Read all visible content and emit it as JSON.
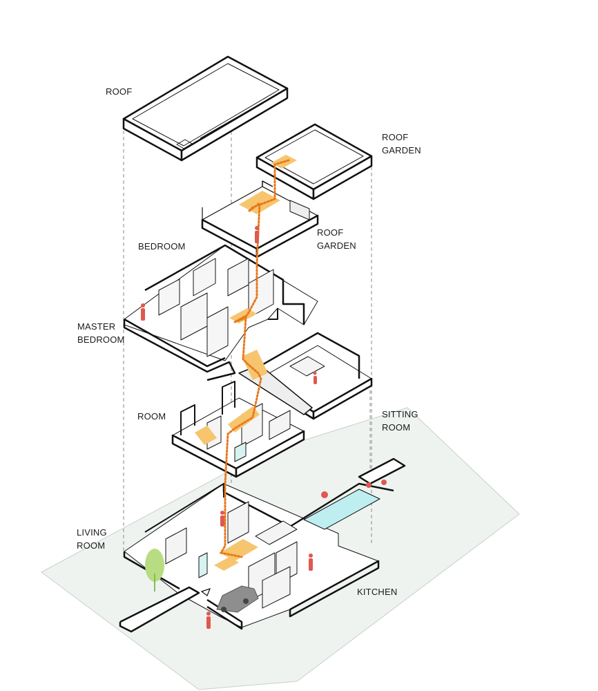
{
  "labels": {
    "roof": "ROOF",
    "roof_garden_top": [
      "ROOF",
      "GARDEN"
    ],
    "roof_garden_mid": [
      "ROOF",
      "GARDEN"
    ],
    "bedroom": "BEDROOM",
    "master_bedroom": [
      "MASTER",
      "BEDROOM"
    ],
    "room": "ROOM",
    "sitting_room": [
      "SITTING",
      "ROOM"
    ],
    "living_room": [
      "LIVING",
      "ROOM"
    ],
    "kitchen": "KITCHEN"
  },
  "colors": {
    "outline": "#111111",
    "ground": "#eef3f0",
    "ground_edge": "#c7d0cb",
    "stair_fill": "#f7c56e",
    "circulation_path": "#e9781c",
    "people": "#e0584f",
    "pool": "#bfeef0",
    "tree": "#b8dc82",
    "guide_line": "#8a8a8a",
    "car": "#8e8e8e"
  },
  "icons": [
    "person-icon",
    "tree-icon",
    "car-icon",
    "chair-icon",
    "north-arrow-icon"
  ]
}
